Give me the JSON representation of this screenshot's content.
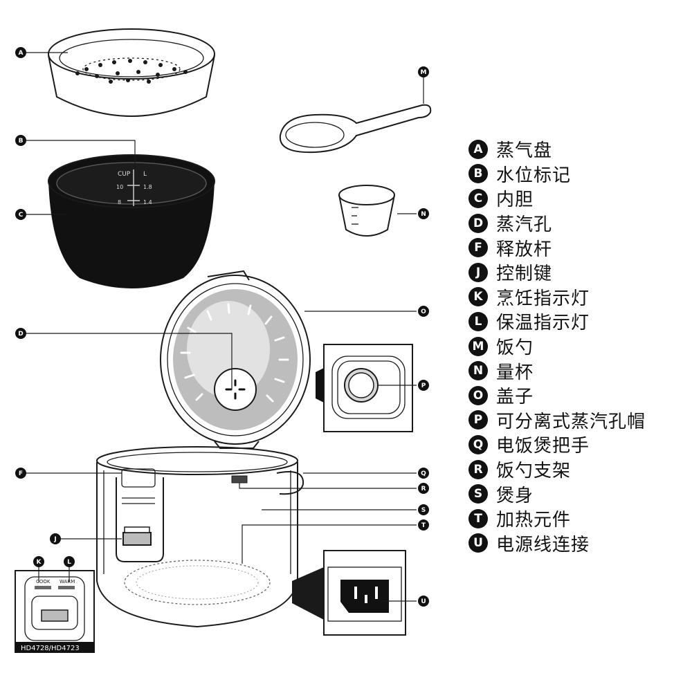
{
  "legend": [
    {
      "letter": "A",
      "label": "蒸气盘"
    },
    {
      "letter": "B",
      "label": "水位标记"
    },
    {
      "letter": "C",
      "label": "内胆"
    },
    {
      "letter": "D",
      "label": "蒸汽孔"
    },
    {
      "letter": "F",
      "label": "释放杆"
    },
    {
      "letter": "J",
      "label": "控制键"
    },
    {
      "letter": "K",
      "label": "烹饪指示灯"
    },
    {
      "letter": "L",
      "label": "保温指示灯"
    },
    {
      "letter": "M",
      "label": "饭勺"
    },
    {
      "letter": "N",
      "label": "量杯"
    },
    {
      "letter": "O",
      "label": "盖子"
    },
    {
      "letter": "P",
      "label": "可分离式蒸汽孔帽"
    },
    {
      "letter": "Q",
      "label": "电饭煲把手"
    },
    {
      "letter": "R",
      "label": "饭勺支架"
    },
    {
      "letter": "S",
      "label": "煲身"
    },
    {
      "letter": "T",
      "label": "加热元件"
    },
    {
      "letter": "U",
      "label": "电源线连接"
    }
  ],
  "inner_pot_marks": {
    "cup": "CUP",
    "liter": "L",
    "m10": "10",
    "v18": "1.8",
    "m8": "8",
    "v14": "1.4"
  },
  "panel": {
    "cook": "COOK",
    "warm": "WARM",
    "model": "HD4728/HD4723"
  }
}
